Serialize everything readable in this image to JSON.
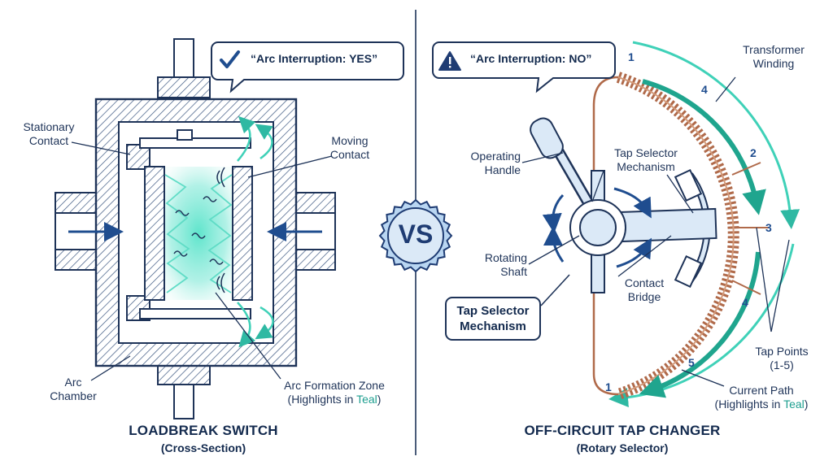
{
  "left": {
    "callout": "“Arc Interruption: YES”",
    "labels": {
      "stationary_contact": [
        "Stationary",
        "Contact"
      ],
      "moving_contact": [
        "Moving",
        "Contact"
      ],
      "arc_chamber": [
        "Arc",
        "Chamber"
      ],
      "arc_zone_line1": "Arc Formation Zone",
      "arc_zone_line2_prefix": "(Highlights in ",
      "arc_zone_line2_teal": "Teal",
      "arc_zone_line2_suffix": ")"
    },
    "title": "LOADBREAK SWITCH",
    "subtitle": "(Cross-Section)"
  },
  "center": {
    "vs": "VS"
  },
  "right": {
    "callout": "“Arc Interruption: NO”",
    "labels": {
      "transformer_winding": [
        "Transformer",
        "Winding"
      ],
      "operating_handle": [
        "Operating",
        "Handle"
      ],
      "tap_selector_mechanism": [
        "Tap Selector",
        "Mechanism"
      ],
      "rotating_shaft": [
        "Rotating",
        "Shaft"
      ],
      "contact_bridge": [
        "Contact",
        "Bridge"
      ],
      "tap_points": [
        "Tap Points",
        "(1-5)"
      ],
      "current_path_line1": "Current Path",
      "current_path_line2_prefix": "(Highlights in ",
      "current_path_line2_teal": "Teal",
      "current_path_line2_suffix": ")",
      "tap_selector_box": [
        "Tap Selector",
        "Mechanism"
      ]
    },
    "tap_numbers": [
      "1",
      "4",
      "2",
      "3",
      "4",
      "5",
      "1"
    ],
    "title": "OFF-CIRCUIT TAP CHANGER",
    "subtitle": "(Rotary Selector)"
  },
  "colors": {
    "navy": "#1e3358",
    "teal": "#3fd1b8",
    "copper": "#b06a4a",
    "light_blue": "#dbe9f7"
  },
  "icons": {
    "yes": "check-icon",
    "no": "warning-icon"
  }
}
